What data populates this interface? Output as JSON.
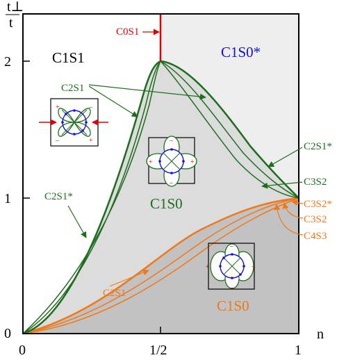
{
  "axes": {
    "x_label": "n",
    "y_label_num": "t⊥",
    "y_label_den": "t",
    "x_ticks": [
      "0",
      "1/2",
      "1"
    ],
    "y_ticks": [
      "0",
      "1",
      "2"
    ]
  },
  "regions": {
    "top_left": "C1S1",
    "top_right": "C1S0*",
    "center": "C1S0",
    "bottom_right": "C1S0"
  },
  "curve_labels": {
    "c0s1": "C0S1",
    "c2s1_top": "C2S1",
    "c2s1_star_left": "C2S1*",
    "c2s1_star_right": "C2S1*",
    "c3s2_right": "C3S2",
    "c3s2_star_orange": "C3S2*",
    "c3s2_orange": "C3S2",
    "c4s3_orange": "C4S3",
    "c2s1_orange": "C2S1"
  },
  "colors": {
    "green": "#1e6e1e",
    "red": "#e00000",
    "blue": "#1010e0",
    "orange": "#f07818",
    "region_light": "#eeeeee",
    "region_mid": "#dcdcdc",
    "region_dark": "#c2c2c2"
  }
}
